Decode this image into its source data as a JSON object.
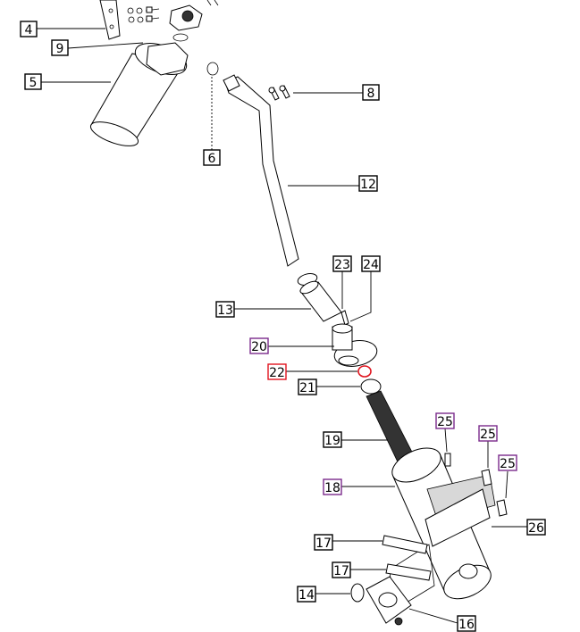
{
  "diagram": {
    "callouts": [
      {
        "id": "c4",
        "text": "4",
        "style": "black"
      },
      {
        "id": "c9",
        "text": "9",
        "style": "black"
      },
      {
        "id": "c5",
        "text": "5",
        "style": "black"
      },
      {
        "id": "c6",
        "text": "6",
        "style": "black"
      },
      {
        "id": "c8",
        "text": "8",
        "style": "black"
      },
      {
        "id": "c12",
        "text": "12",
        "style": "black"
      },
      {
        "id": "c23",
        "text": "23",
        "style": "black"
      },
      {
        "id": "c24",
        "text": "24",
        "style": "black"
      },
      {
        "id": "c13",
        "text": "13",
        "style": "black"
      },
      {
        "id": "c20",
        "text": "20",
        "style": "purple"
      },
      {
        "id": "c22",
        "text": "22",
        "style": "red"
      },
      {
        "id": "c21",
        "text": "21",
        "style": "black"
      },
      {
        "id": "c25a",
        "text": "25",
        "style": "purple"
      },
      {
        "id": "c25b",
        "text": "25",
        "style": "purple"
      },
      {
        "id": "c25c",
        "text": "25",
        "style": "purple"
      },
      {
        "id": "c19",
        "text": "19",
        "style": "black"
      },
      {
        "id": "c18",
        "text": "18",
        "style": "purple"
      },
      {
        "id": "c26",
        "text": "26",
        "style": "black"
      },
      {
        "id": "c17a",
        "text": "17",
        "style": "black"
      },
      {
        "id": "c17b",
        "text": "17",
        "style": "black"
      },
      {
        "id": "c14",
        "text": "14",
        "style": "black"
      },
      {
        "id": "c16",
        "text": "16",
        "style": "black"
      }
    ],
    "colors": {
      "black": "#000000",
      "purple": "#7a2a8c",
      "red": "#e0141e"
    }
  }
}
